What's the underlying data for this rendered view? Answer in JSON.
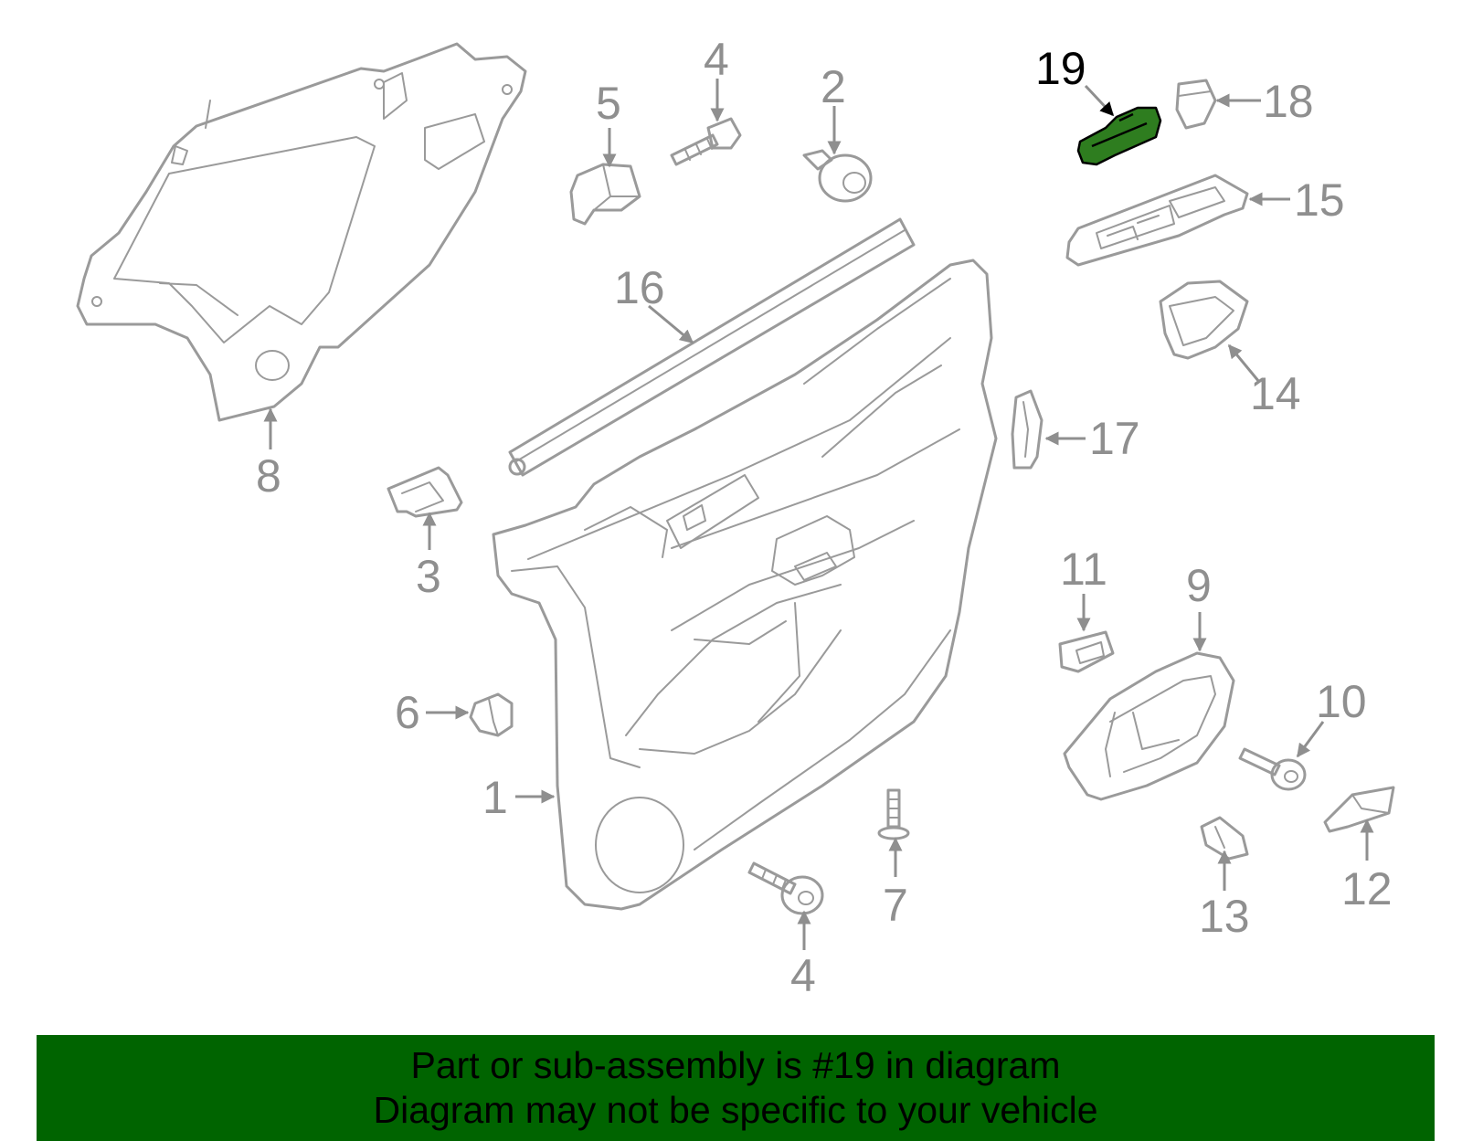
{
  "diagram": {
    "highlighted_part": "19",
    "callouts": [
      {
        "id": "c1",
        "label": "1"
      },
      {
        "id": "c2",
        "label": "2"
      },
      {
        "id": "c3",
        "label": "3"
      },
      {
        "id": "c4a",
        "label": "4"
      },
      {
        "id": "c4b",
        "label": "4"
      },
      {
        "id": "c5",
        "label": "5"
      },
      {
        "id": "c6",
        "label": "6"
      },
      {
        "id": "c7",
        "label": "7"
      },
      {
        "id": "c8",
        "label": "8"
      },
      {
        "id": "c9",
        "label": "9"
      },
      {
        "id": "c10",
        "label": "10"
      },
      {
        "id": "c11",
        "label": "11"
      },
      {
        "id": "c12",
        "label": "12"
      },
      {
        "id": "c13",
        "label": "13"
      },
      {
        "id": "c14",
        "label": "14"
      },
      {
        "id": "c15",
        "label": "15"
      },
      {
        "id": "c16",
        "label": "16"
      },
      {
        "id": "c17",
        "label": "17"
      },
      {
        "id": "c18",
        "label": "18"
      },
      {
        "id": "c19",
        "label": "19"
      }
    ]
  },
  "colors": {
    "line_art": "#9a9a9a",
    "highlight_fill": "#2e7d1f",
    "banner_background": "#006400",
    "banner_text": "#000000"
  },
  "banner": {
    "line1": "Part or sub-assembly is #19 in diagram",
    "line2": "Diagram may not be specific to your vehicle"
  }
}
